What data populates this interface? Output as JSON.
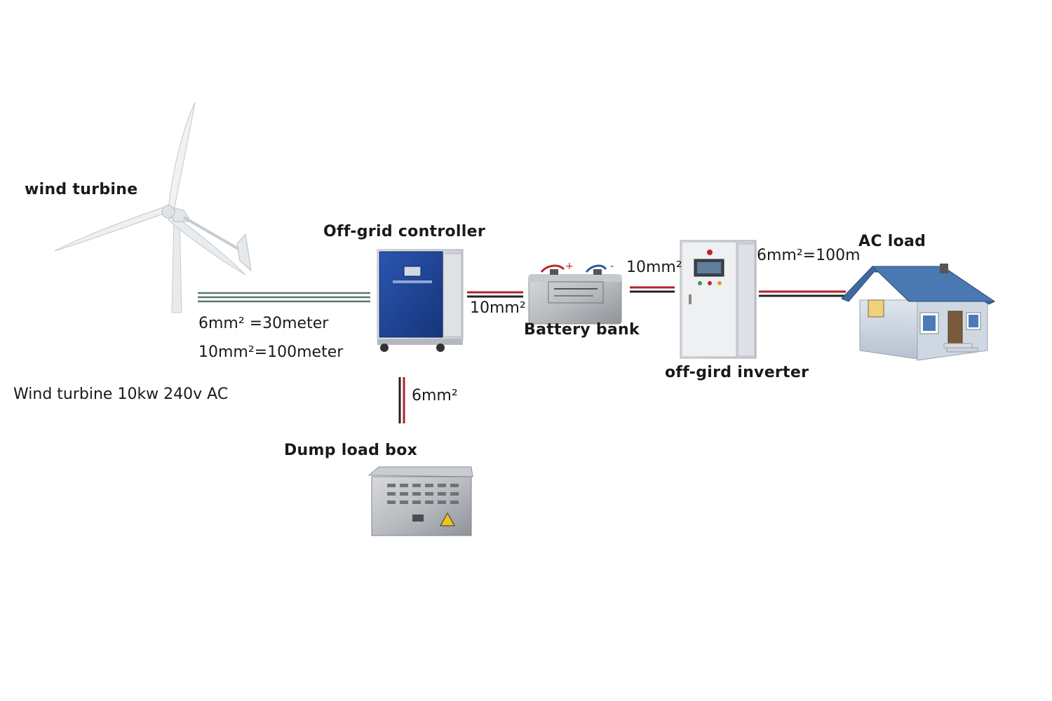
{
  "labels": {
    "wind_turbine": "wind turbine",
    "controller": "Off-grid controller",
    "battery": "Battery bank",
    "inverter": "off-gird inverter",
    "ac_load": "AC load",
    "dump_load": "Dump load box"
  },
  "cables": {
    "turbine_spec_1": "6mm²  =30meter",
    "turbine_spec_2": "10mm²=100meter",
    "controller_battery": "10mm²",
    "battery_inverter": "10mm²",
    "inverter_load": "6mm²=100m",
    "dump_load": "6mm²"
  },
  "rating": "Wind turbine  10kw 240v AC",
  "colors": {
    "cable_red": "#b3202a",
    "cable_dark": "#222222",
    "cable_green": "#5a7a6a",
    "controller_blue": "#1d3f8f",
    "roof_blue": "#3f6aa0"
  },
  "icons": {
    "turbine": "wind-turbine-icon",
    "controller": "controller-cabinet-icon",
    "battery": "battery-icon",
    "inverter": "inverter-cabinet-icon",
    "house": "house-icon",
    "dump": "dump-load-box-icon"
  }
}
